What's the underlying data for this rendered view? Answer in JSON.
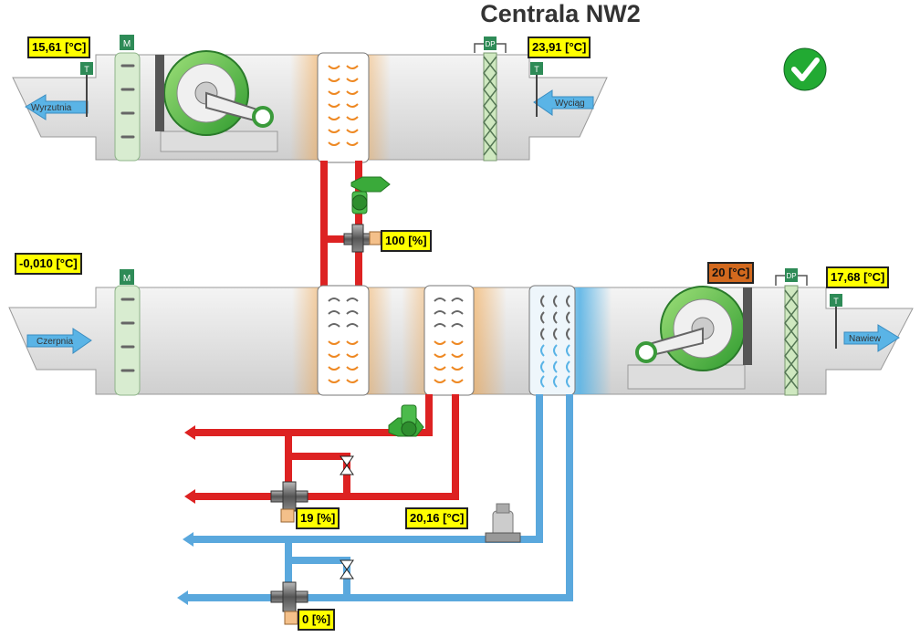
{
  "title": "Centrala NW2",
  "status": {
    "icon": "check-circle-icon",
    "color": "#22aa33"
  },
  "labels": {
    "wyrzutnia": "Wyrzutnia",
    "wyciag": "Wyciąg",
    "czerpnia": "Czerpnia",
    "nawiew": "Nawiew",
    "filter_mark": "M",
    "sensor_mark": "T",
    "dp_mark": "DP"
  },
  "readings": {
    "exhaust_temp": "15,61 [°C]",
    "extract_temp": "23,91 [°C]",
    "outdoor_temp": "-0,010 [°C]",
    "supply_setpoint": "20 [°C]",
    "supply_temp": "17,68 [°C]",
    "recovery_valve": "100 [%]",
    "heater_valve": "19 [%]",
    "cooler_temp": "20,16 [°C]",
    "cooler_valve": "0 [%]"
  },
  "colors": {
    "hot_pipe": "#dd2222",
    "cold_pipe": "#5aa8dd",
    "duct": "#e4e4e4",
    "tag_bg": "#ffff00",
    "setpoint_bg": "#d2691e",
    "pump_green": "#33aa33",
    "arrow_blue": "#5ab4e6"
  }
}
